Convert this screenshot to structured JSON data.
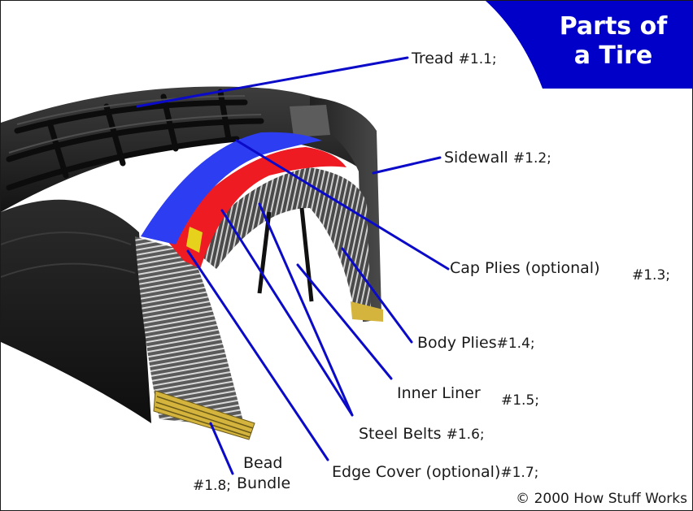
{
  "title": {
    "line1": "Parts of",
    "line2": "a Tire"
  },
  "labels": [
    {
      "id": "tread",
      "name": "Tread",
      "code": "#1.1;"
    },
    {
      "id": "sidewall",
      "name": "Sidewall",
      "code": "#1.2;"
    },
    {
      "id": "cap-plies",
      "name": "Cap Plies (optional)",
      "code": "#1.3;"
    },
    {
      "id": "body-plies",
      "name": "Body Plies",
      "code": "#1.4;"
    },
    {
      "id": "inner-liner",
      "name": "Inner Liner",
      "code": "#1.5;"
    },
    {
      "id": "steel-belts",
      "name": "Steel Belts",
      "code": "#1.6;"
    },
    {
      "id": "edge-cover",
      "name": "Edge Cover (optional)",
      "code": "#1.7;"
    },
    {
      "id": "bead-bundle",
      "name_line1": "Bead",
      "name_line2": "Bundle",
      "code": "#1.8;"
    }
  ],
  "copyright": "© 2000 How Stuff Works",
  "colors": {
    "title_bg": "#0000c8",
    "leader": "#0a0ac8",
    "cap_plies": "#2d3df2",
    "steel_belts": "#ee1b22",
    "edge_cover": "#e6d21c",
    "bead": "#d4b43c",
    "rubber": "#1a1a1a"
  }
}
